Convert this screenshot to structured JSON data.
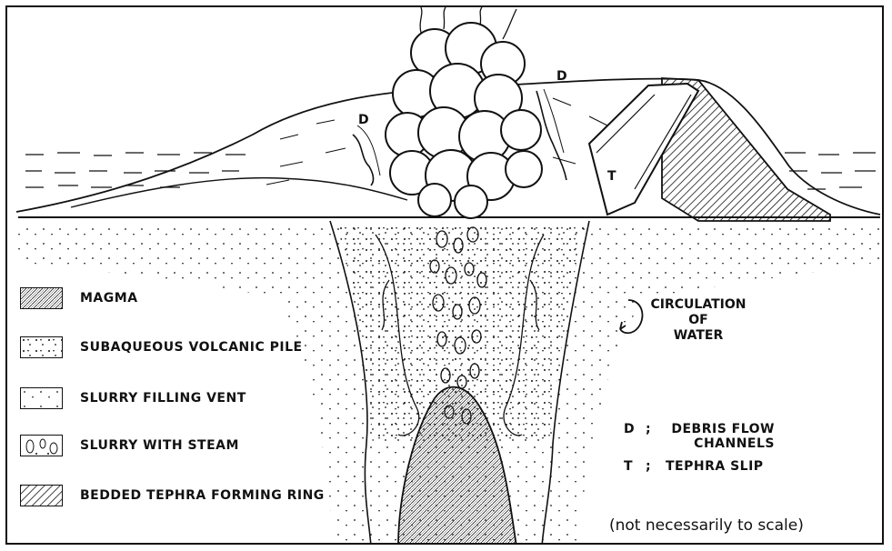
{
  "legend": {
    "items": [
      {
        "key": "magma",
        "label": "MAGMA"
      },
      {
        "key": "subaqueous",
        "label": "SUBAQUEOUS VOLCANIC PILE"
      },
      {
        "key": "slurry_vent",
        "label": "SLURRY FILLING VENT"
      },
      {
        "key": "slurry_steam",
        "label": "SLURRY WITH STEAM"
      },
      {
        "key": "tephra",
        "label": "BEDDED TEPHRA FORMING RING"
      }
    ]
  },
  "key_notes": {
    "circulation": "CIRCULATION OF WATER",
    "debris_letter": "D",
    "debris_label": "DEBRIS FLOW CHANNELS",
    "tephra_letter": "T",
    "tephra_label": "TEPHRA SLIP",
    "separator": ";"
  },
  "scale_note": "(not necessarily to scale)",
  "diagram_labels": {
    "d_left": "D",
    "d_right": "D",
    "t_label": "T"
  }
}
